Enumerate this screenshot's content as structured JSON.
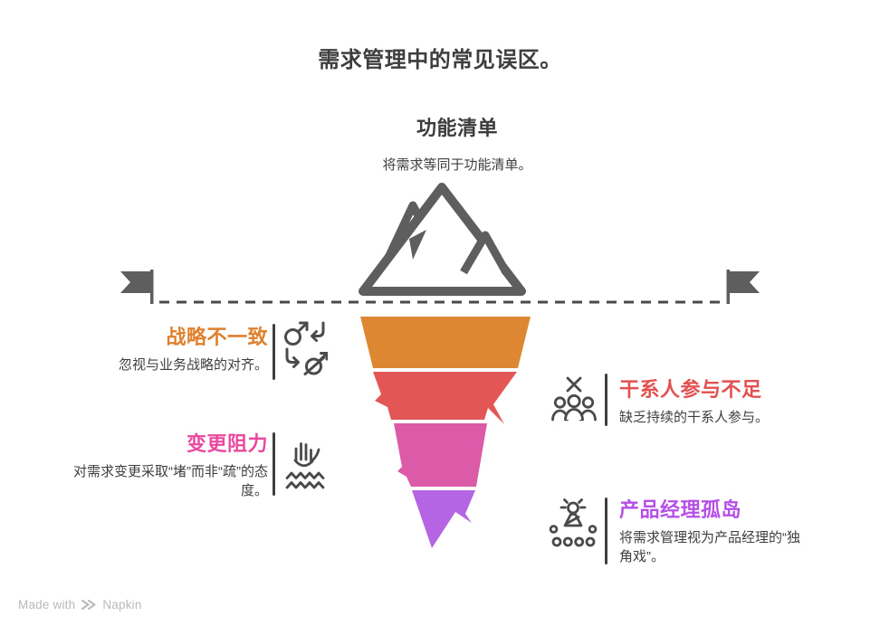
{
  "title": "需求管理中的常见误区。",
  "top_item": {
    "heading": "功能清单",
    "description": "将需求等同于功能清单。"
  },
  "items": [
    {
      "heading": "战略不一致",
      "description": "忽视与业务战略的对齐。",
      "color": "#DF802C",
      "side": "left",
      "icon": "misaligned-arrows-icon"
    },
    {
      "heading": "干系人参与不足",
      "description": "缺乏持续的干系人参与。",
      "color": "#E25151",
      "side": "right",
      "icon": "excluded-group-icon"
    },
    {
      "heading": "变更阻力",
      "description": "对需求变更采取“堵”而非“疏”的态度。",
      "color": "#E9499E",
      "side": "left",
      "icon": "drowning-hand-icon"
    },
    {
      "heading": "产品经理孤岛",
      "description": "将需求管理视为产品经理的“独角戏”。",
      "color": "#B54FE8",
      "side": "right",
      "icon": "spotlight-person-icon"
    }
  ],
  "iceberg": {
    "segment_colors": [
      "#DE8732",
      "#E25755",
      "#DC5BA8",
      "#B564E3"
    ],
    "outline_color": "#5E5E5E",
    "waterline_color": "#4A4A4A"
  },
  "colors": {
    "title_text": "#3E3E3E",
    "body_text": "#3F3F3F",
    "icon_stroke": "#4A4A4A",
    "divider": "#3F3F3F",
    "footer_text": "#B9B9B9"
  },
  "footer": {
    "made_with": "Made with",
    "brand": "Napkin"
  }
}
